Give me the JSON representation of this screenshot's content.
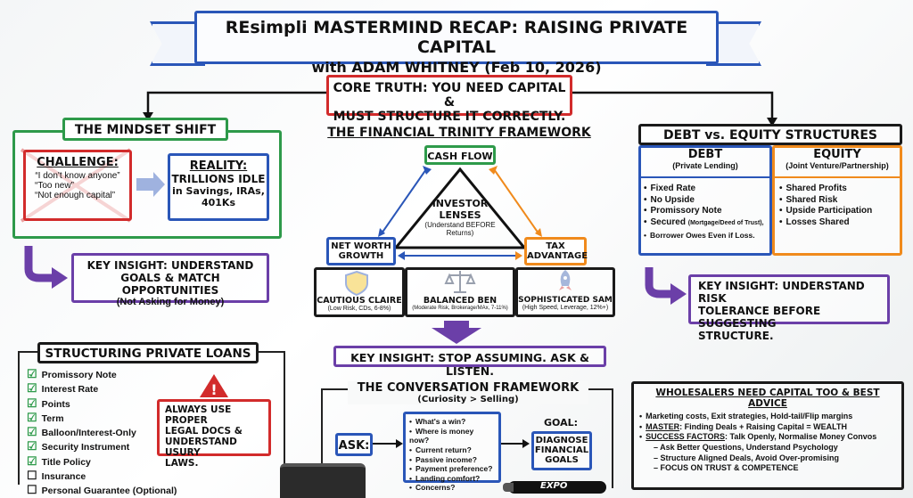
{
  "title": {
    "line1": "REsimpli MASTERMIND RECAP: RAISING PRIVATE CAPITAL",
    "line2": "with ADAM WHITNEY (Feb 10, 2026)"
  },
  "core_truth": {
    "line1": "CORE TRUTH: YOU NEED CAPITAL &",
    "line2": "MUST STRUCTURE IT CORRECTLY."
  },
  "mindset": {
    "title": "THE MINDSET SHIFT",
    "challenge": {
      "title": "CHALLENGE:",
      "lines": [
        "“I don't know anyone”",
        "“Too new”",
        "“Not enough capital”"
      ]
    },
    "reality": {
      "title": "REALITY:",
      "lines": [
        "TRILLIONS IDLE",
        "in Savings, IRAs,",
        "401Ks"
      ]
    }
  },
  "insight_goals": {
    "line1": "KEY INSIGHT: UNDERSTAND",
    "line2": "GOALS & MATCH OPPORTUNITIES",
    "sub": "(Not Asking for Money)"
  },
  "trinity": {
    "title": "THE FINANCIAL TRINITY FRAMEWORK",
    "cash_flow": "CASH FLOW",
    "net_worth": {
      "line1": "NET WORTH",
      "line2": "GROWTH"
    },
    "tax": {
      "line1": "TAX",
      "line2": "ADVANTAGE"
    },
    "center": {
      "line1": "INVESTOR",
      "line2": "LENSES",
      "sub1": "(Understand BEFORE",
      "sub2": "Returns)"
    }
  },
  "personas": [
    {
      "name": "CAUTIOUS CLAIRE",
      "desc": "(Low Risk, CDs, 6-8%)",
      "icon": "shield-icon"
    },
    {
      "name": "BALANCED BEN",
      "desc": "(Moderate Risk, Brokerage/MAx, 7-11%)",
      "icon": "scale-icon"
    },
    {
      "name": "SOPHISTICATED SAM",
      "desc": "(High Speed, Leverage, 12%+)",
      "icon": "rocket-icon"
    }
  ],
  "insight_listen": "KEY INSIGHT: STOP ASSUMING. ASK & LISTEN.",
  "conversation": {
    "title": "THE CONVERSATION FRAMEWORK",
    "sub": "(Curiosity > Selling)",
    "ask": "ASK:",
    "questions": [
      "What's a win?",
      "Where is money now?",
      "Current return?",
      "Passive income?",
      "Payment preference?",
      "Landing comfort?",
      "Concerns?"
    ],
    "goal_label": "GOAL:",
    "goal": {
      "line1": "DIAGNOSE",
      "line2": "FINANCIAL",
      "line3": "GOALS"
    }
  },
  "structures": {
    "title": "DEBT vs. EQUITY STRUCTURES",
    "debt": {
      "title": "DEBT",
      "sub": "(Private Lending)",
      "items": [
        "Fixed Rate",
        "No Upside",
        "Promissory Note"
      ],
      "secured": "Secured",
      "secured_note": "(Mortgage/Deed of Trust),",
      "last": "Borrower Owes Even if Loss."
    },
    "equity": {
      "title": "EQUITY",
      "sub": "(Joint Venture/Partnership)",
      "items": [
        "Shared Profits",
        "Shared Risk",
        "Upside Participation",
        "Losses Shared"
      ]
    }
  },
  "insight_risk": {
    "line1": "KEY INSIGHT: UNDERSTAND RISK",
    "line2": "TOLERANCE BEFORE SUGGESTING",
    "line3": "STRUCTURE."
  },
  "loans": {
    "title": "STRUCTURING PRIVATE LOANS",
    "checked": [
      "Promissory Note",
      "Interest Rate",
      "Points",
      "Term",
      "Balloon/Interest-Only",
      "Security Instrument",
      "Title Policy"
    ],
    "unchecked": [
      "Insurance",
      "Personal Guarantee (Optional)"
    ],
    "warning": {
      "line1": "ALWAYS USE PROPER",
      "line2": "LEGAL DOCS &",
      "line3": "UNDERSTAND USURY",
      "line4": "LAWS."
    }
  },
  "advice": {
    "title": "WHOLESALERS NEED CAPITAL TOO & BEST ADVICE",
    "b1": "Marketing costs, Exit strategies, Hold-tail/Flip margins",
    "b2_label": "MASTER",
    "b2_text": ": Finding Deals + Raising Capital = WEALTH",
    "b3_label": "SUCCESS FACTORS",
    "b3_text": ": Talk Openly, Normalise Money Convos",
    "subs": [
      "Ask Better Questions, Understand Psychology",
      "Structure Aligned Deals, Avoid Over-promising"
    ],
    "focus": "FOCUS ON TRUST & COMPETENCE"
  },
  "marker_brand": "EXPO",
  "colors": {
    "green": "#2e9a4a",
    "red": "#d22b2b",
    "blue": "#2a56b8",
    "purple": "#6b3fa8",
    "orange": "#f08a1c"
  }
}
